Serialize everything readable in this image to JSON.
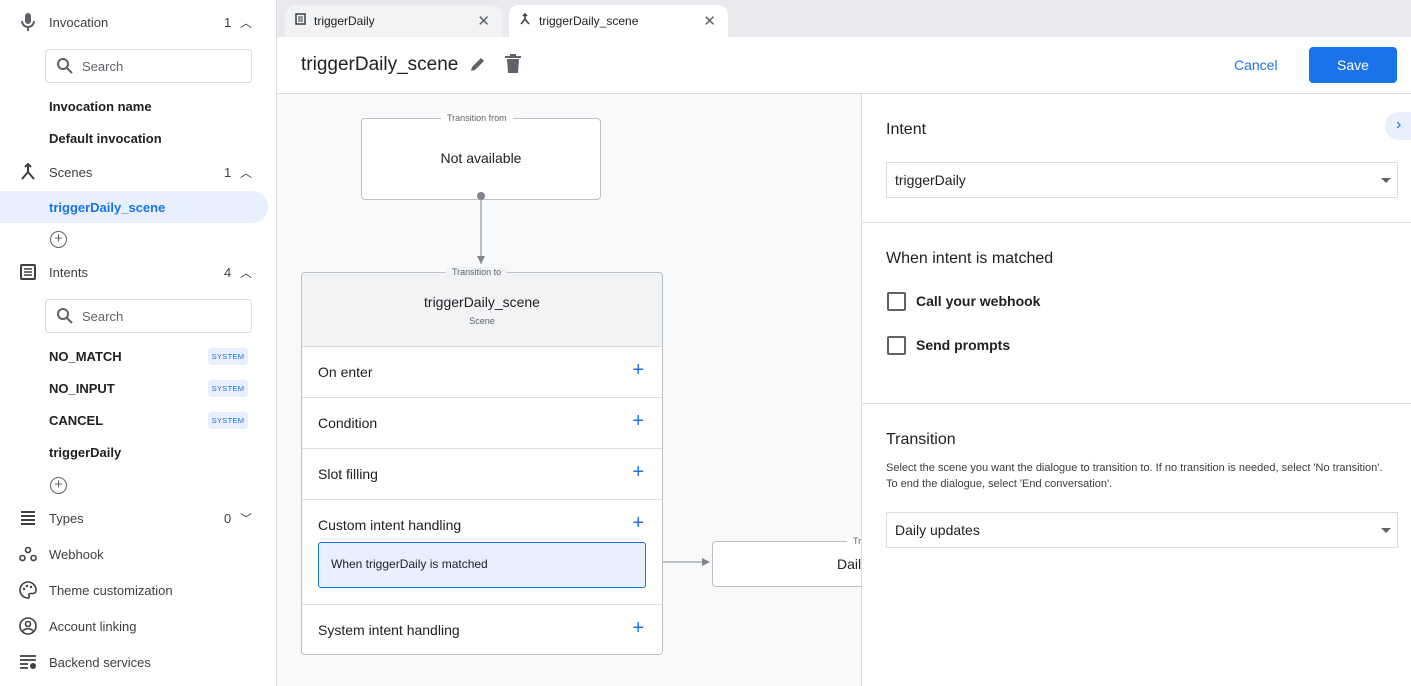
{
  "sidebar": {
    "invocation": {
      "label": "Invocation",
      "count": "1",
      "search_placeholder": "Search",
      "items": [
        "Invocation name",
        "Default invocation"
      ]
    },
    "scenes": {
      "label": "Scenes",
      "count": "1",
      "items": [
        "triggerDaily_scene"
      ]
    },
    "intents": {
      "label": "Intents",
      "count": "4",
      "search_placeholder": "Search",
      "items": [
        {
          "name": "NO_MATCH",
          "badge": "SYSTEM"
        },
        {
          "name": "NO_INPUT",
          "badge": "SYSTEM"
        },
        {
          "name": "CANCEL",
          "badge": "SYSTEM"
        },
        {
          "name": "triggerDaily"
        }
      ]
    },
    "types": {
      "label": "Types",
      "count": "0"
    },
    "links": [
      "Webhook",
      "Theme customization",
      "Account linking",
      "Backend services"
    ]
  },
  "tabs": [
    {
      "label": "triggerDaily",
      "icon": "intent-icon"
    },
    {
      "label": "triggerDaily_scene",
      "icon": "scene-icon",
      "active": true
    }
  ],
  "header": {
    "title": "triggerDaily_scene",
    "cancel": "Cancel",
    "save": "Save"
  },
  "canvas": {
    "from": {
      "legend": "Transition from",
      "value": "Not available"
    },
    "scene": {
      "legend": "Transition to",
      "name": "triggerDaily_scene",
      "type": "Scene",
      "rows": [
        "On enter",
        "Condition",
        "Slot filling",
        "Custom intent handling",
        "System intent handling"
      ],
      "handler": "When triggerDaily is matched"
    },
    "target": {
      "legend": "Transition to",
      "value": "Daily updates"
    }
  },
  "panel": {
    "intent_label": "Intent",
    "intent_value": "triggerDaily",
    "matched_label": "When intent is matched",
    "checkboxes": [
      {
        "label": "Call your webhook",
        "checked": false
      },
      {
        "label": "Send prompts",
        "checked": false
      }
    ],
    "transition_label": "Transition",
    "transition_desc": "Select the scene you want the dialogue to transition to. If no transition is needed, select 'No transition'. To end the dialogue, select 'End conversation'.",
    "transition_value": "Daily updates"
  },
  "colors": {
    "accent": "#1a73e8",
    "selected_bg": "#e8f0fe"
  }
}
